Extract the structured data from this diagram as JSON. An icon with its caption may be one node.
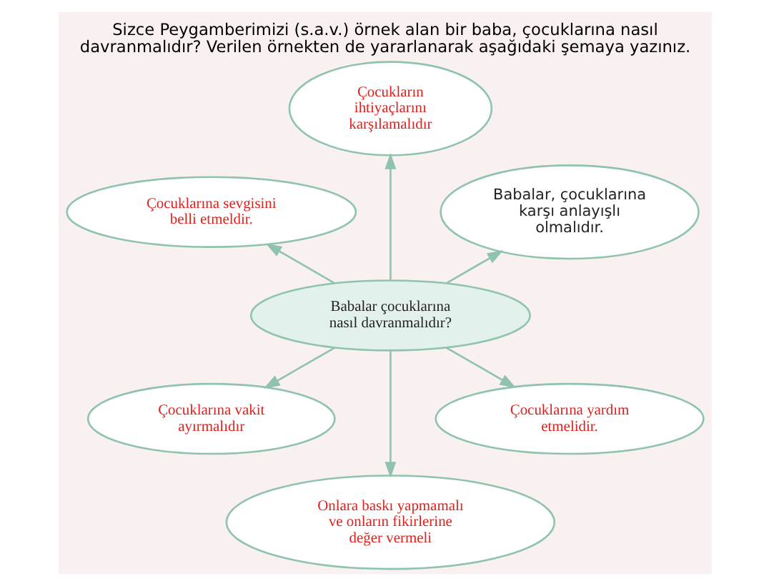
{
  "diagram": {
    "title": "Sizce Peygamberimizi (s.a.v.) örnek alan bir baba, çocuklarına nasıl davranmalıdır? Verilen örnekten de yararlanarak aşağıdaki şemaya yazınız.",
    "nodes": [
      {
        "text": [
          "Babalar, çocuklarına karşı anlayışlı olmalıdır."
        ]
      },
      {
        "text": [
          "Çocukların ihtiyaçlarını karşılamalıdır"
        ]
      },
      {
        "text": [
          "Çocuklarına sevgisini belli etmeldir."
        ]
      },
      {
        "text": [
          "Babalar çocuklarına nasıl davranmalıdır?"
        ]
      },
      {
        "text": [
          "Çocuklarına vakit ayırmalıdır"
        ]
      },
      {
        "text": [
          "Onlara baskı yapmamalı ve onların fikirlerine değer vermeli"
        ]
      },
      {
        "text": [
          "Çocuklarına yardım etmelidir."
        ]
      }
    ],
    "edges": [
      {
        "from": 3,
        "to": 0,
        "arrow": "to"
      },
      {
        "from": 3,
        "to": 1,
        "arrow": "to"
      },
      {
        "from": 3,
        "to": 2,
        "arrow": "to"
      },
      {
        "from": 3,
        "to": 4,
        "arrow": "to"
      },
      {
        "from": 3,
        "to": 5,
        "arrow": "to"
      },
      {
        "from": 3,
        "to": 6,
        "arrow": "to"
      }
    ]
  }
}
